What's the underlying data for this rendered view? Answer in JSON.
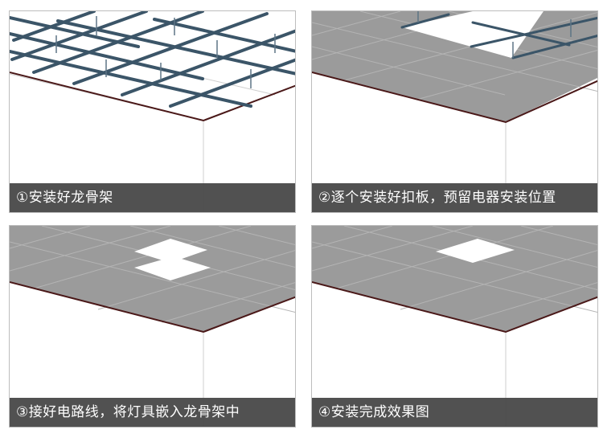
{
  "steps": [
    {
      "caption": "①安装好龙骨架"
    },
    {
      "caption": "②逐个安装好扣板，预留电器安装位置"
    },
    {
      "caption": "③接好电路线，将灯具嵌入龙骨架中"
    },
    {
      "caption": "④安装完成效果图"
    }
  ],
  "colors": {
    "ceiling_panel": "#9b9b9b",
    "panel_seam": "#b4b4b4",
    "keel_frame": "#3b5568",
    "ceiling_edge": "#4a1818",
    "caption_bar": "#444444",
    "caption_text": "#ffffff"
  }
}
